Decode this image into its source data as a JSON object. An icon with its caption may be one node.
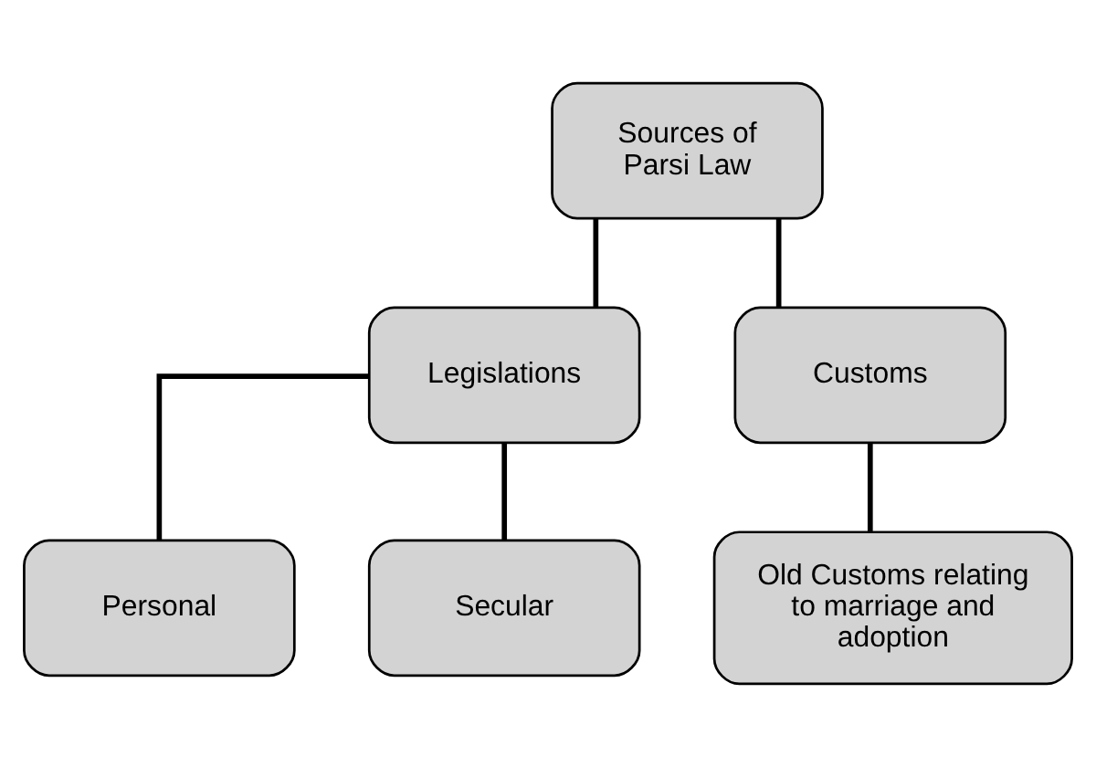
{
  "diagram": {
    "nodes": [
      {
        "text": [
          "Sources of Parsi Law"
        ]
      },
      {
        "text": [
          "Legislations"
        ]
      },
      {
        "text": [
          "Customs"
        ]
      },
      {
        "text": [
          "Personal"
        ]
      },
      {
        "text": [
          "Secular"
        ]
      },
      {
        "text": [
          "Old Customs relating to marriage and adoption"
        ]
      }
    ],
    "edges": [
      {
        "from": 0,
        "to": 1,
        "arrow": "none"
      },
      {
        "from": 0,
        "to": 2,
        "arrow": "none"
      },
      {
        "from": 1,
        "to": 3,
        "arrow": "none"
      },
      {
        "from": 1,
        "to": 4,
        "arrow": "none"
      },
      {
        "from": 2,
        "to": 5,
        "arrow": "none"
      }
    ]
  }
}
